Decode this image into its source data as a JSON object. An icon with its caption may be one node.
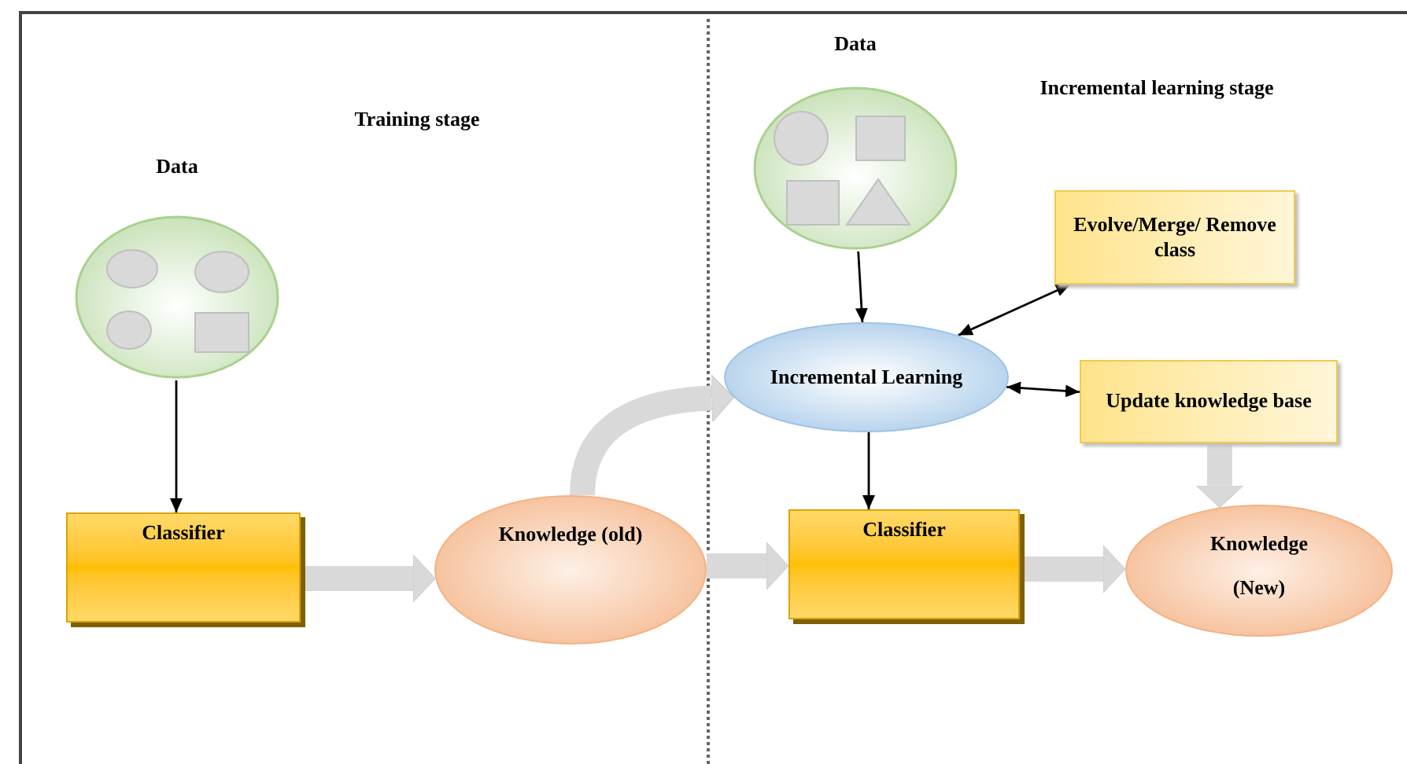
{
  "diagram": {
    "nodes": [
      {
        "text": [
          "Data"
        ]
      },
      {
        "text": [
          "Classifier"
        ]
      },
      {
        "text": [
          "Knowledge (old)"
        ]
      },
      {
        "text": [
          "Data"
        ]
      },
      {
        "text": [
          "Incremental Learning"
        ]
      },
      {
        "text": [
          "Evolve/Merge/ Remove class"
        ]
      },
      {
        "text": [
          "Update knowledge base"
        ]
      },
      {
        "text": [
          "Classifier"
        ]
      },
      {
        "text": [
          "Knowledge",
          "(New)"
        ]
      }
    ],
    "edges": [
      {
        "from": 0,
        "to": 1,
        "arrow": "to"
      },
      {
        "from": 1,
        "to": 2,
        "arrow": "to",
        "style": "thick",
        "color": "#d9d9d9"
      },
      {
        "from": 2,
        "to": 4,
        "arrow": "to",
        "style": "thick",
        "color": "#d9d9d9"
      },
      {
        "from": 2,
        "to": 7,
        "arrow": "to",
        "style": "thick",
        "color": "#d9d9d9"
      },
      {
        "from": 3,
        "to": 4,
        "arrow": "to"
      },
      {
        "from": 4,
        "to": 5,
        "arrow": "both"
      },
      {
        "from": 4,
        "to": 6,
        "arrow": "both"
      },
      {
        "from": 4,
        "to": 7,
        "arrow": "to"
      },
      {
        "from": 6,
        "to": 8,
        "arrow": "to",
        "style": "thick",
        "color": "#d9d9d9"
      },
      {
        "from": 7,
        "to": 8,
        "arrow": "to",
        "style": "thick",
        "color": "#d9d9d9"
      }
    ],
    "labels": [
      "Training stage",
      "Incremental learning stage"
    ]
  }
}
